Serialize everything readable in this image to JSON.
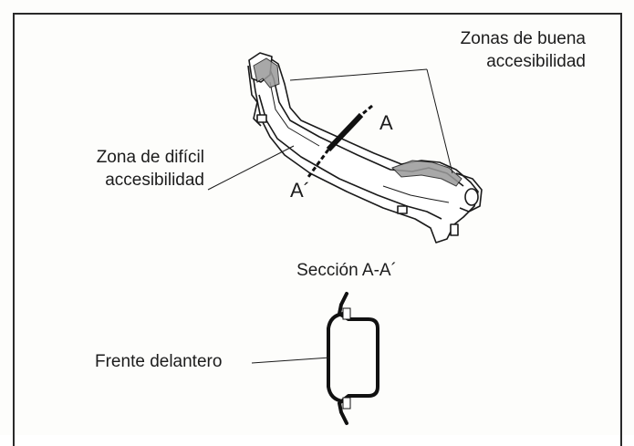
{
  "labels": {
    "good_access_line1": "Zonas de buena",
    "good_access_line2": "accesibilidad",
    "difficult_line1": "Zona de difícil",
    "difficult_line2": "accesibilidad",
    "section_a": "A",
    "section_a_prime": "A´",
    "section_title": "Sección A-A´",
    "front_panel": "Frente delantero"
  },
  "colors": {
    "ink": "#1a1a1a",
    "highlight": "#9a9a9a",
    "background": "#fdfdfb"
  }
}
